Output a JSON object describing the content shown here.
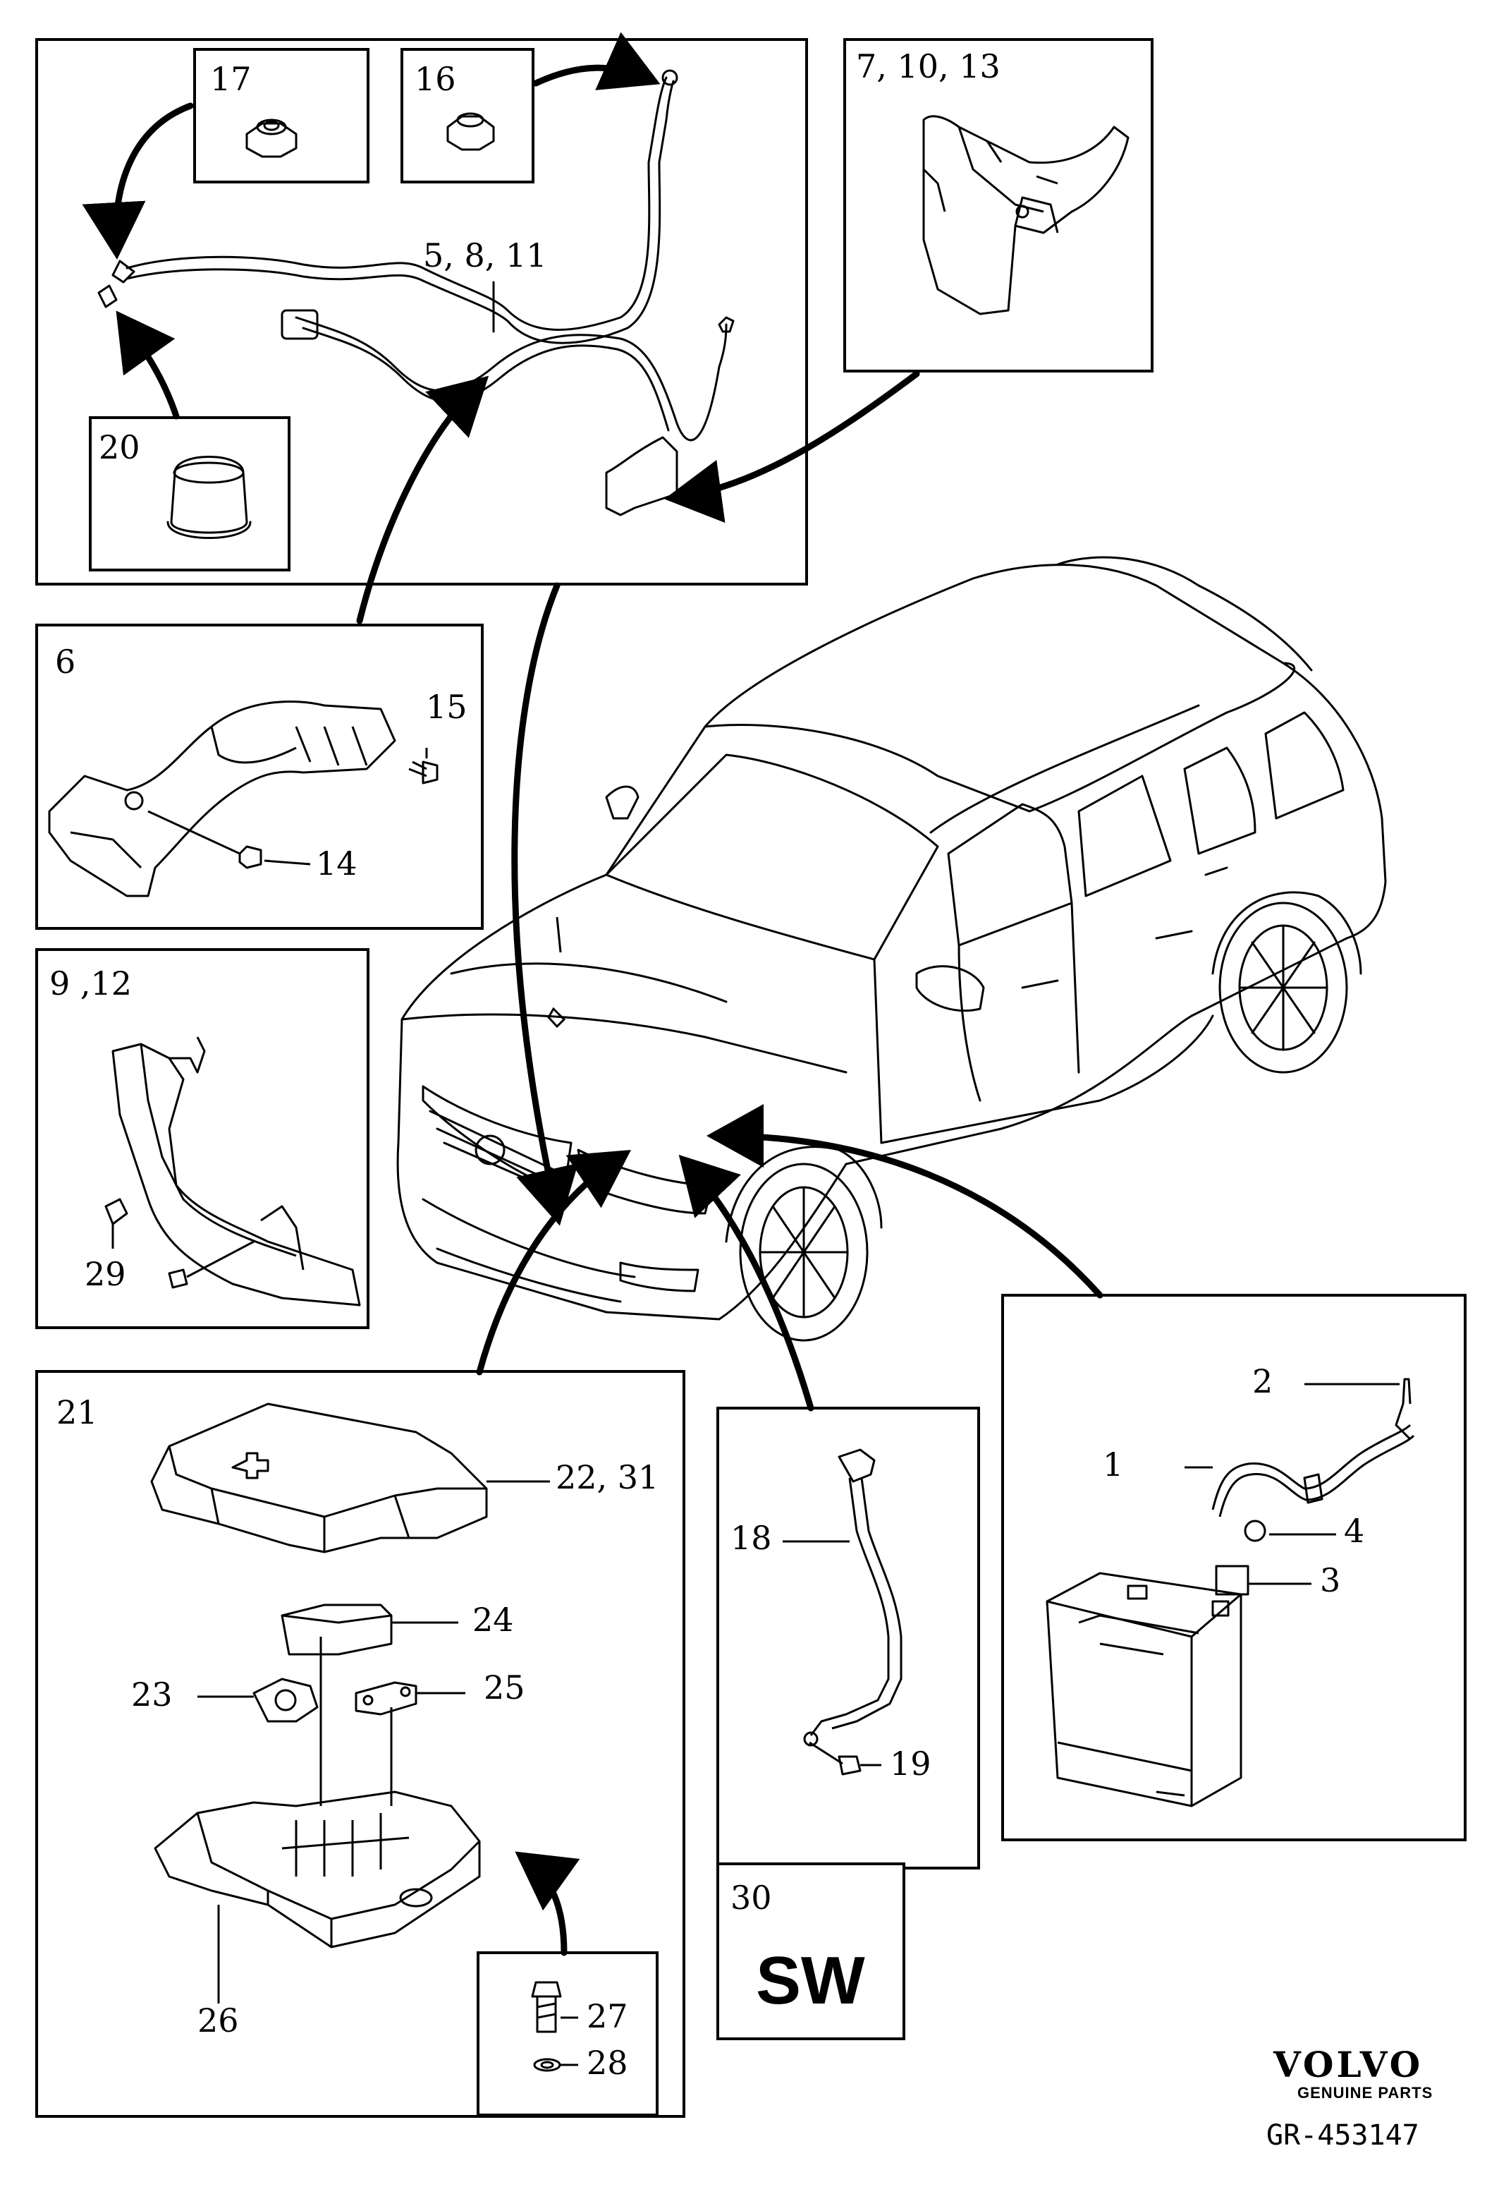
{
  "panels": {
    "cable_assembly": {
      "callouts": [
        "17",
        "16",
        "20",
        "5, 8, 11"
      ]
    },
    "cover_top_right": {
      "callouts": [
        "7, 10, 13"
      ]
    },
    "bracket_6": {
      "callouts": [
        "6",
        "15",
        "14"
      ]
    },
    "bracket_9_12": {
      "callouts": [
        "9 ,12",
        "29"
      ]
    },
    "fuse_box": {
      "callouts": [
        "21",
        "22, 31",
        "24",
        "23",
        "25",
        "26",
        "27",
        "28"
      ]
    },
    "ground_cable": {
      "callouts": [
        "18",
        "19"
      ]
    },
    "battery": {
      "callouts": [
        "2",
        "1",
        "4",
        "3"
      ]
    },
    "software": {
      "callout": "30",
      "text": "SW"
    }
  },
  "brand": {
    "name": "VOLVO",
    "tagline": "GENUINE PARTS"
  },
  "reference": "GR-453147"
}
